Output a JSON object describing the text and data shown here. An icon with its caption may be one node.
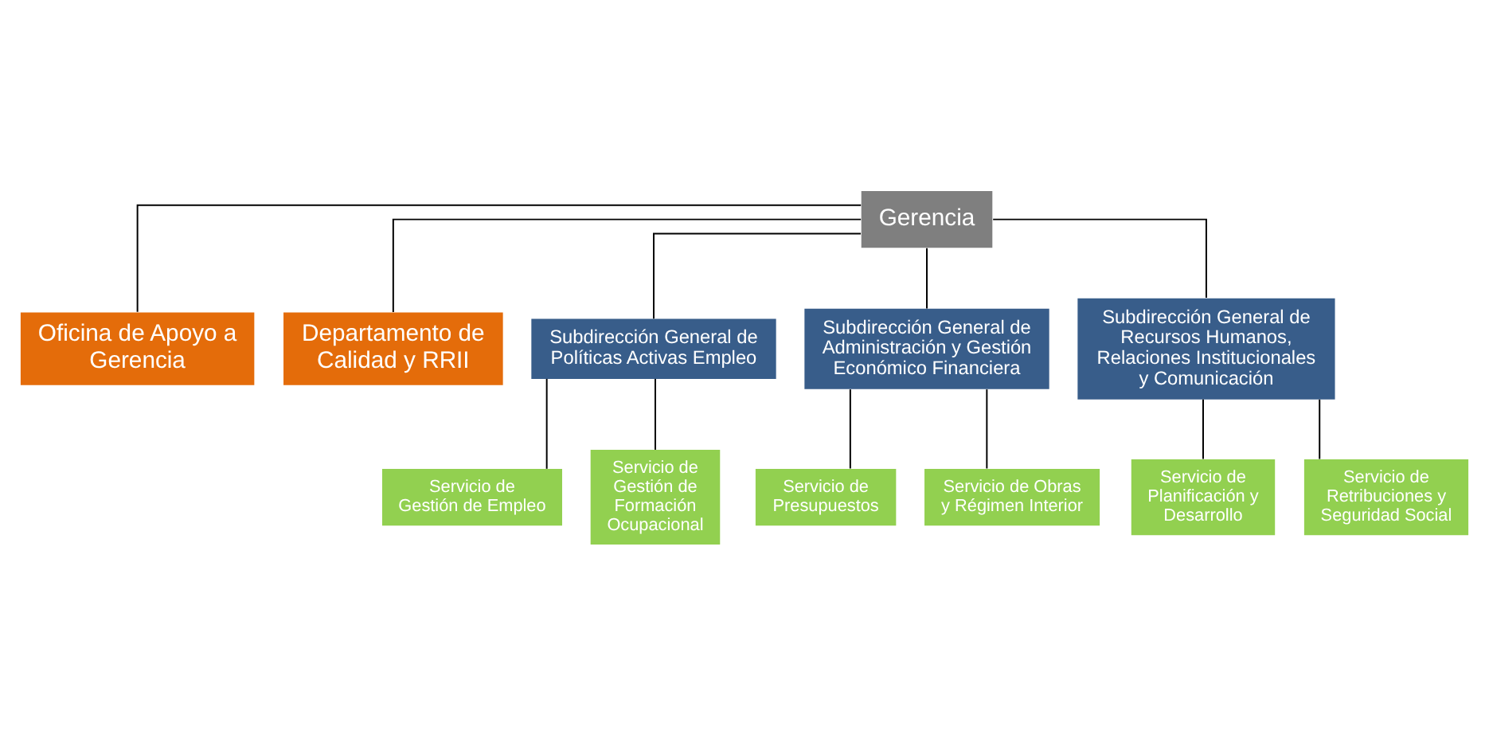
{
  "diagram": {
    "nodes": [
      {
        "text": [
          "Gerencia"
        ]
      },
      {
        "text": [
          "Oficina de Apoyo a Gerencia"
        ]
      },
      {
        "text": [
          "Departamento de Calidad y RRII"
        ]
      },
      {
        "text": [
          "Subdirección General de Políticas Activas Empleo"
        ]
      },
      {
        "text": [
          "Subdirección General de Administración y Gestión Económico Financiera"
        ]
      },
      {
        "text": [
          "Subdirección General de Recursos Humanos, Relaciones Institucionales y Comunicación"
        ]
      },
      {
        "text": [
          "Servicio de Gestión de Empleo"
        ]
      },
      {
        "text": [
          "Servicio de Gestión de Formación Ocupacional"
        ]
      },
      {
        "text": [
          "Servicio de Presupuestos"
        ]
      },
      {
        "text": [
          "Servicio de Obras y Régimen Interior"
        ]
      },
      {
        "text": [
          "Servicio de Planificación y Desarrollo"
        ]
      },
      {
        "text": [
          "Servicio de Retribuciones y Seguridad Social"
        ]
      }
    ],
    "edges": [
      {
        "from": 0,
        "to": 1,
        "arrow": "none"
      },
      {
        "from": 0,
        "to": 2,
        "arrow": "none"
      },
      {
        "from": 0,
        "to": 3,
        "arrow": "none"
      },
      {
        "from": 0,
        "to": 4,
        "arrow": "none"
      },
      {
        "from": 0,
        "to": 5,
        "arrow": "none"
      },
      {
        "from": 3,
        "to": 6,
        "arrow": "none"
      },
      {
        "from": 3,
        "to": 7,
        "arrow": "none"
      },
      {
        "from": 4,
        "to": 8,
        "arrow": "none"
      },
      {
        "from": 4,
        "to": 9,
        "arrow": "none"
      },
      {
        "from": 5,
        "to": 10,
        "arrow": "none"
      },
      {
        "from": 5,
        "to": 11,
        "arrow": "none"
      }
    ]
  }
}
